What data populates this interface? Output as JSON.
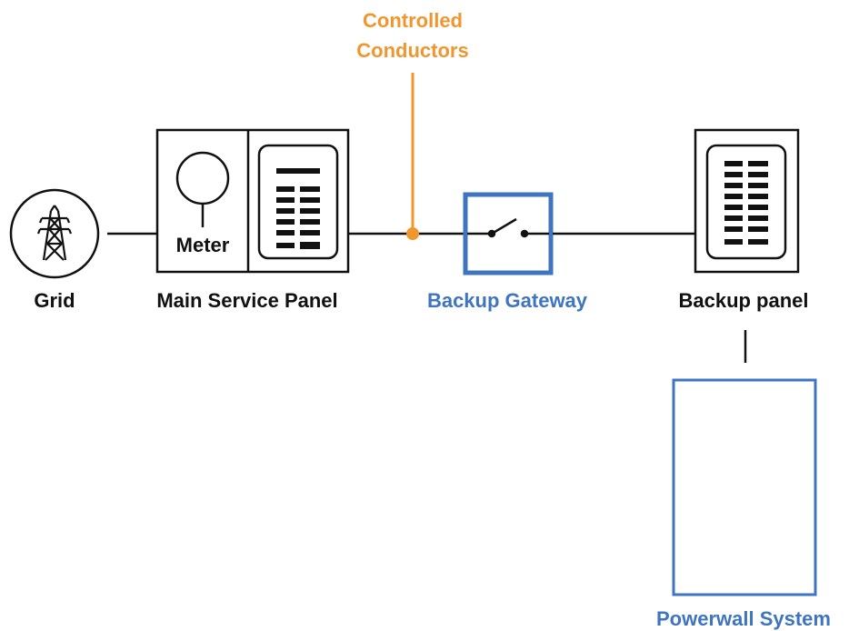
{
  "labels": {
    "controlled_conductors_line1": "Controlled",
    "controlled_conductors_line2": "Conductors",
    "meter": "Meter",
    "grid": "Grid",
    "main_service_panel": "Main Service Panel",
    "backup_gateway": "Backup Gateway",
    "backup_panel": "Backup panel",
    "powerwall_system": "Powerwall System"
  },
  "colors": {
    "line": "#111111",
    "accent_orange": "#F0962E",
    "accent_blue": "#3E74C0"
  },
  "icons": {
    "grid": "transmission-tower-icon",
    "meter": "meter-icon",
    "breakers": "breaker-panel-icon",
    "switch": "switch-icon"
  }
}
